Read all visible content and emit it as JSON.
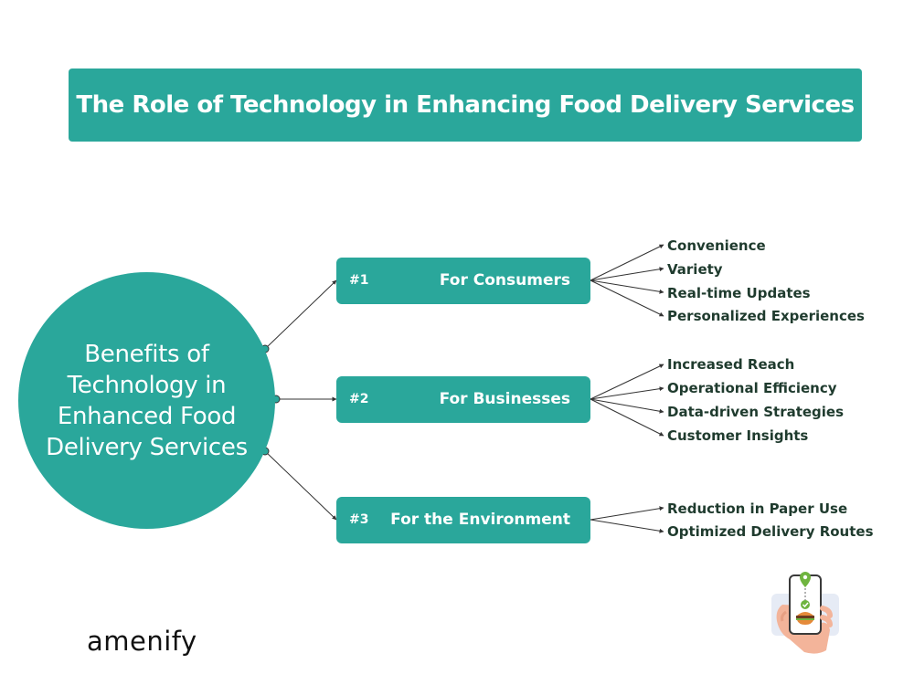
{
  "title": "The Role of Technology in Enhancing Food Delivery Services",
  "hub": {
    "lines": [
      "Benefits of",
      "Technology in",
      "Enhanced Food",
      "Delivery Services"
    ]
  },
  "branches": [
    {
      "number": "#1",
      "label": "For Consumers",
      "leaves": [
        "Convenience",
        "Variety",
        "Real-time Updates",
        "Personalized Experiences"
      ]
    },
    {
      "number": "#2",
      "label": "For Businesses",
      "leaves": [
        "Increased Reach",
        "Operational Efficiency",
        "Data-driven Strategies",
        "Customer Insights"
      ]
    },
    {
      "number": "#3",
      "label": "For the Environment",
      "leaves": [
        "Reduction in Paper Use",
        "Optimized Delivery Routes"
      ]
    }
  ],
  "logo": "amenify",
  "colors": {
    "teal": "#2aa79b",
    "leaf_text": "#1f3b2e",
    "connector": "#333333"
  },
  "icons": {
    "illustration": "hand-holding-phone-food-delivery-icon"
  }
}
